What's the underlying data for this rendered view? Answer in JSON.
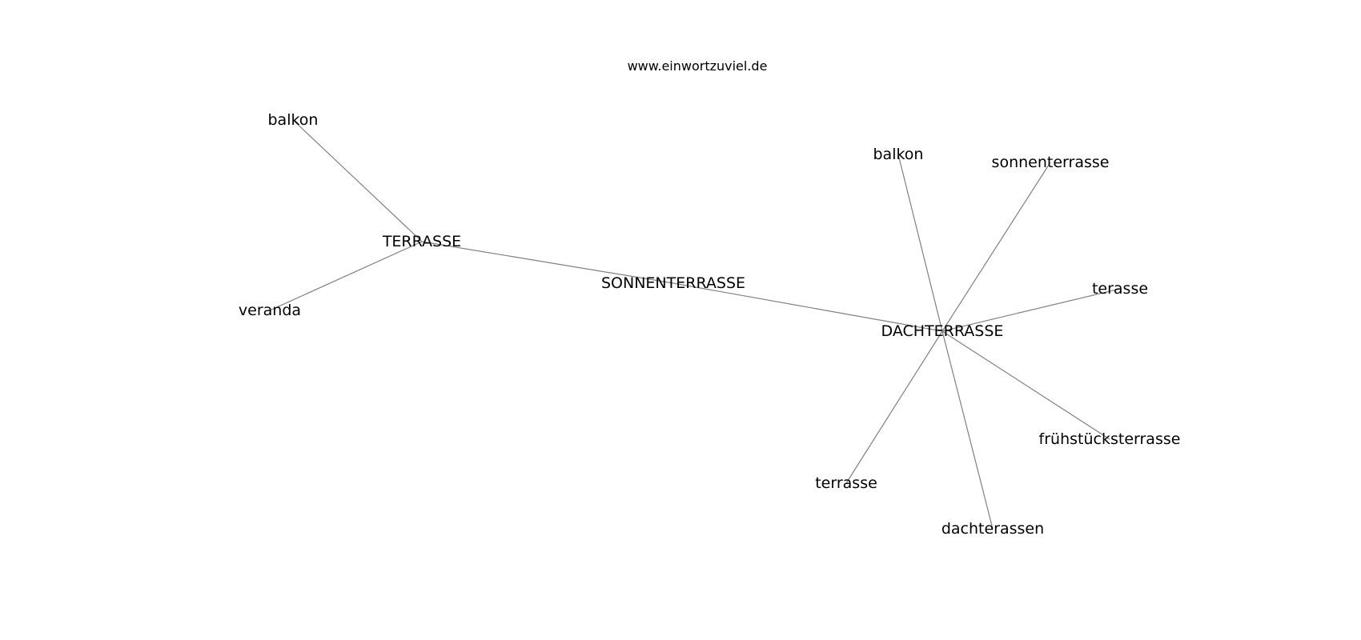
{
  "site": "www.einwortzuviel.de",
  "graph": {
    "edge_color": "#808080",
    "label_color": "#000000",
    "nodes": [
      {
        "id": "sonnenterrasse_hub",
        "label": "SONNENTERRASSE"
      },
      {
        "id": "terrasse_hub",
        "label": "TERRASSE"
      },
      {
        "id": "dachterrasse_hub",
        "label": "DACHTERRASSE"
      },
      {
        "id": "balkon_1",
        "label": "balkon"
      },
      {
        "id": "veranda",
        "label": "veranda"
      },
      {
        "id": "balkon_2",
        "label": "balkon"
      },
      {
        "id": "sonnenterrasse",
        "label": "sonnenterrasse"
      },
      {
        "id": "terasse",
        "label": "terasse"
      },
      {
        "id": "fruehstuecksterrasse",
        "label": "frühstücksterrasse"
      },
      {
        "id": "dachterassen",
        "label": "dachterassen"
      },
      {
        "id": "terrasse",
        "label": "terrasse"
      }
    ],
    "edges": [
      [
        "terrasse_hub",
        "sonnenterrasse_hub"
      ],
      [
        "sonnenterrasse_hub",
        "dachterrasse_hub"
      ],
      [
        "terrasse_hub",
        "balkon_1"
      ],
      [
        "terrasse_hub",
        "veranda"
      ],
      [
        "dachterrasse_hub",
        "balkon_2"
      ],
      [
        "dachterrasse_hub",
        "sonnenterrasse"
      ],
      [
        "dachterrasse_hub",
        "terasse"
      ],
      [
        "dachterrasse_hub",
        "fruehstuecksterrasse"
      ],
      [
        "dachterrasse_hub",
        "dachterassen"
      ],
      [
        "dachterrasse_hub",
        "terrasse"
      ]
    ]
  }
}
